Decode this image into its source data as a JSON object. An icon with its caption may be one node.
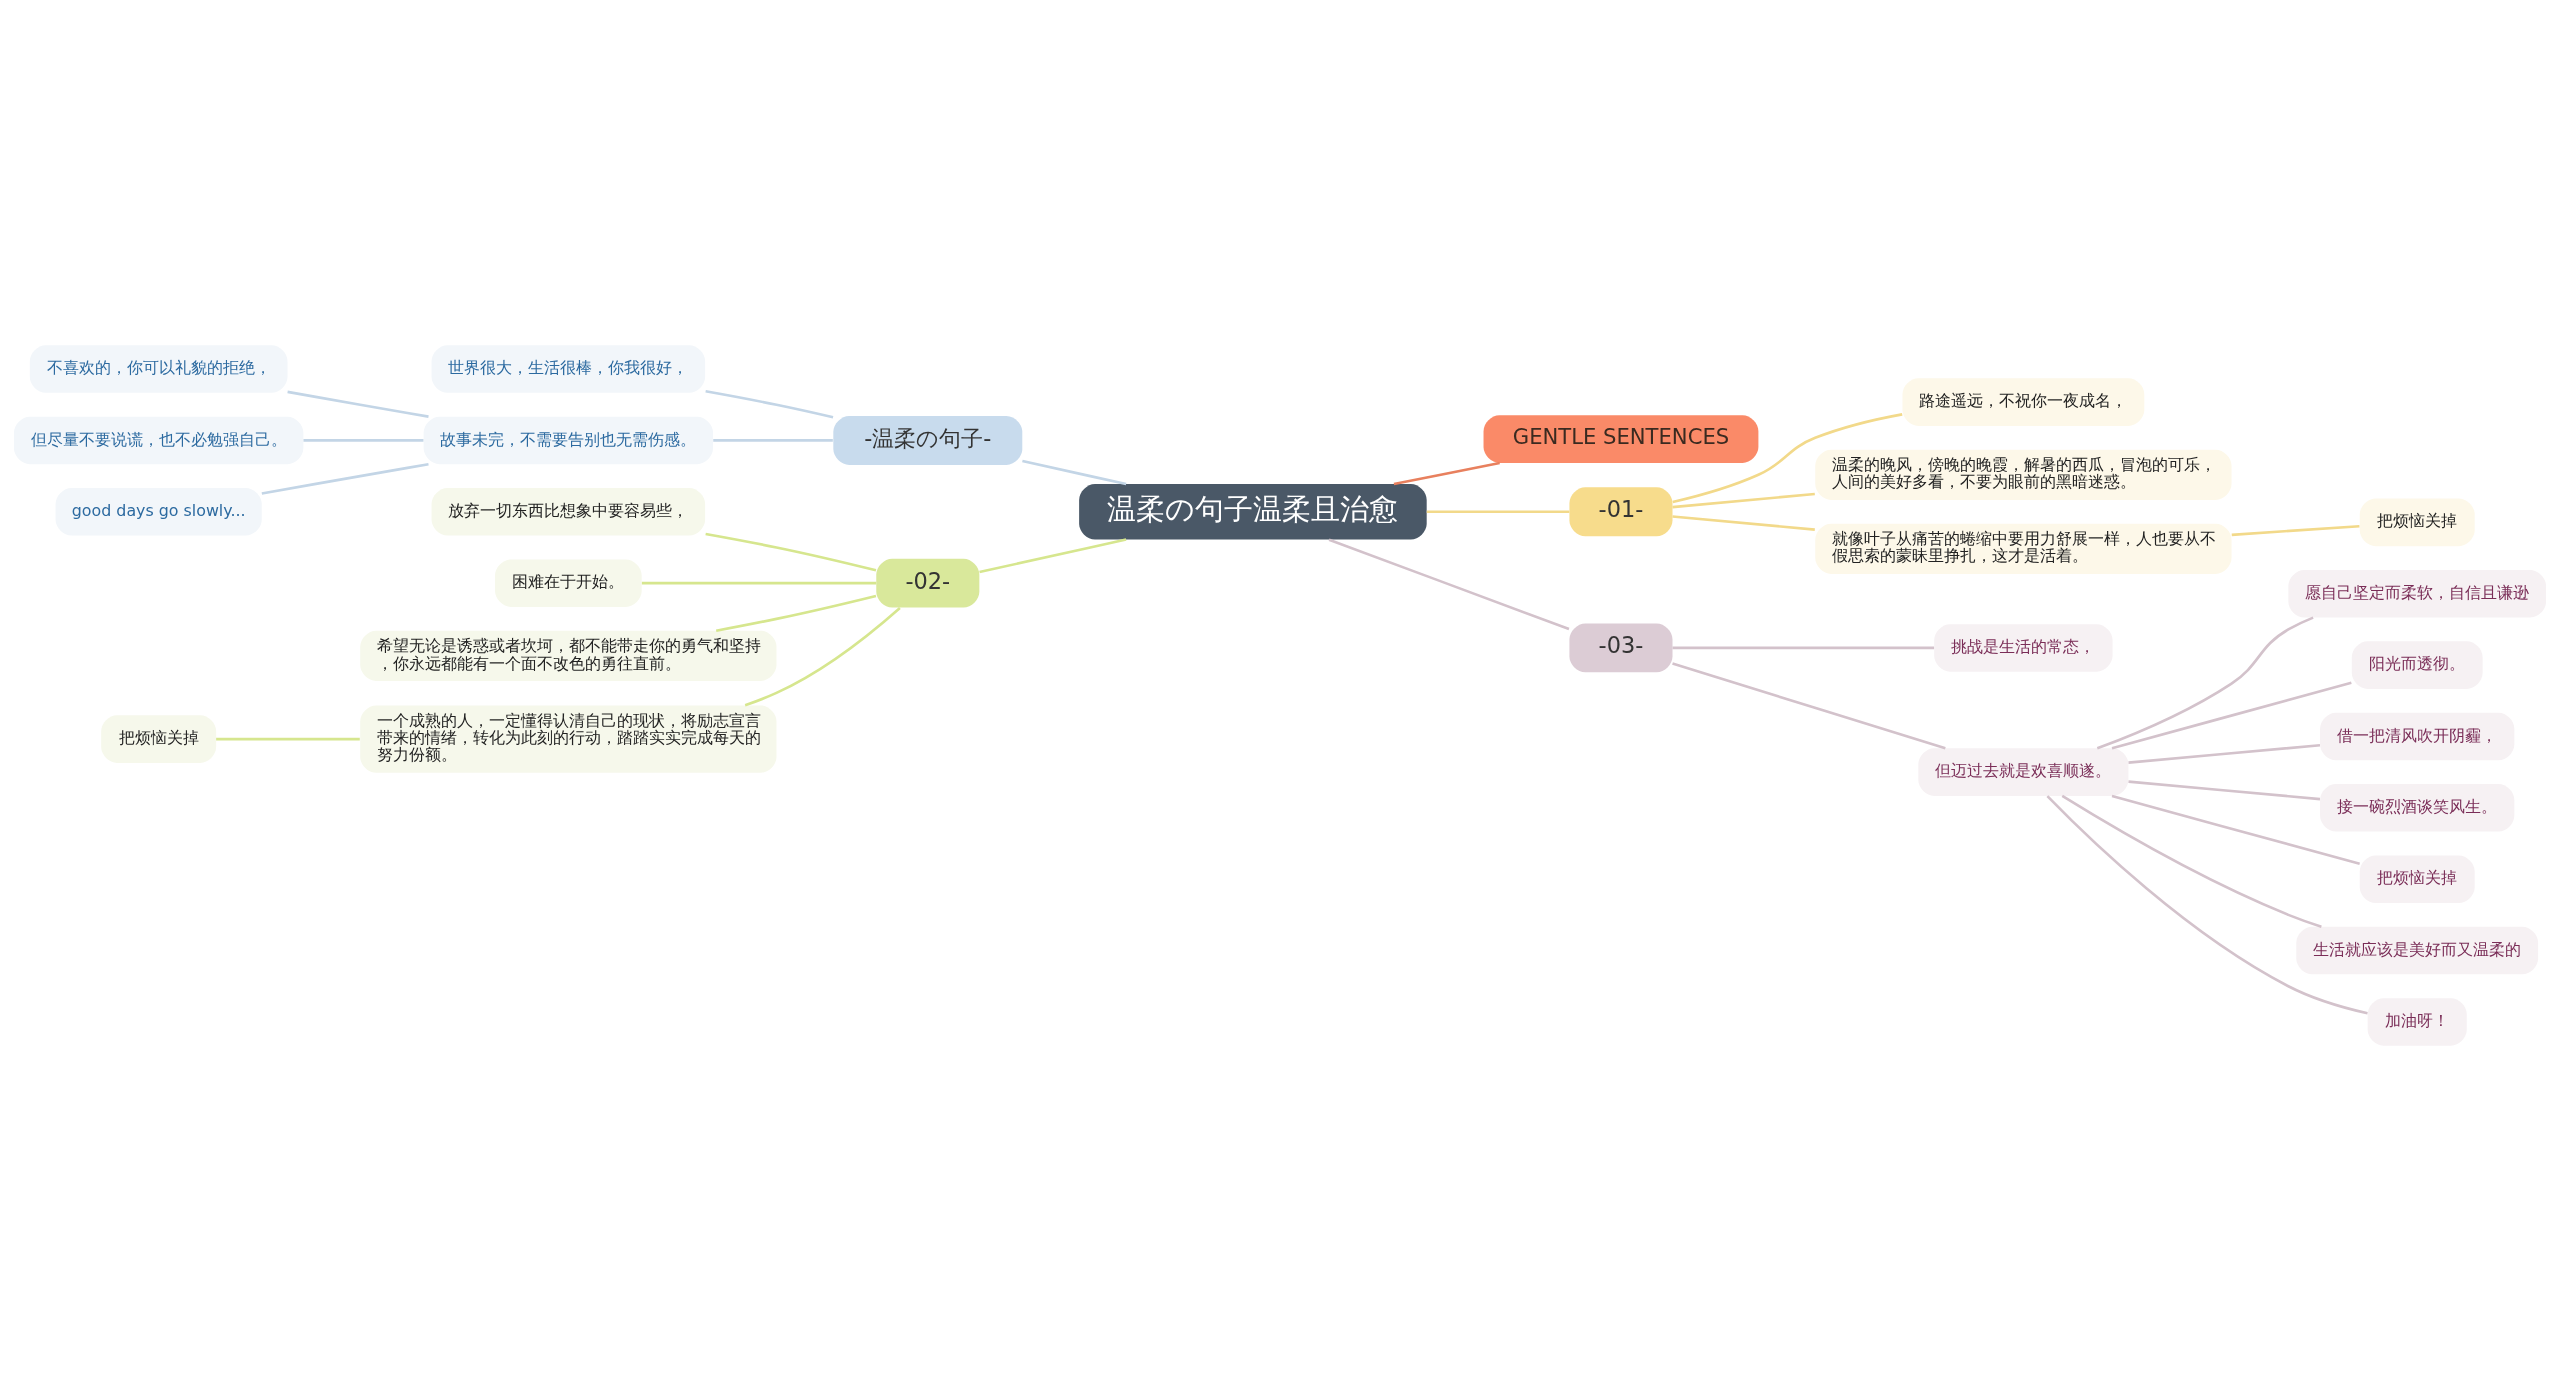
{
  "diagram": {
    "nodes": [
      {
        "text": [
          "温柔の句子温柔且治愈"
        ]
      },
      {
        "text": [
          "GENTLE SENTENCES"
        ]
      },
      {
        "text": [
          "-01-"
        ]
      },
      {
        "text": [
          "路途遥远，不祝你一夜成名，"
        ]
      },
      {
        "text": [
          "温柔的晚风，傍晚的晚霞，解暑的西瓜，冒泡的可乐，人间的美好多看，不要为眼前的黑暗迷惑。"
        ]
      },
      {
        "text": [
          "就像叶子从痛苦的蜷缩中要用力舒展一样，人也要从不假思索的蒙昧里挣扎，这才是活着。"
        ]
      },
      {
        "text": [
          "把烦恼关掉"
        ]
      },
      {
        "text": [
          "-温柔の句子-"
        ]
      },
      {
        "text": [
          "世界很大，生活很棒，你我很好，"
        ]
      },
      {
        "text": [
          "故事未完，不需要告别也无需伤感。"
        ]
      },
      {
        "text": [
          "不喜欢的，你可以礼貌的拒绝，"
        ]
      },
      {
        "text": [
          "但尽量不要说谎，也不必勉强自己。"
        ]
      },
      {
        "text": [
          "good days go slowly..."
        ]
      },
      {
        "text": [
          "-02-"
        ]
      },
      {
        "text": [
          "放弃一切东西比想象中要容易些，"
        ]
      },
      {
        "text": [
          "困难在于开始。"
        ]
      },
      {
        "text": [
          "希望无论是诱惑或者坎坷，都不能带走你的勇气和坚持，你永远都能有一个面不改色的勇往直前。"
        ]
      },
      {
        "text": [
          "一个成熟的人，一定懂得认清自己的现状，将励志宣言带来的情绪，转化为此刻的行动，踏踏实实完成每天的努力份额。"
        ]
      },
      {
        "text": [
          "把烦恼关掉"
        ]
      },
      {
        "text": [
          "-03-"
        ]
      },
      {
        "text": [
          "挑战是生活的常态，"
        ]
      },
      {
        "text": [
          "但迈过去就是欢喜顺遂。"
        ]
      },
      {
        "text": [
          "愿自己坚定而柔软，自信且谦逊"
        ]
      },
      {
        "text": [
          "阳光而透彻。"
        ]
      },
      {
        "text": [
          "借一把清风吹开阴霾，"
        ]
      },
      {
        "text": [
          "接一碗烈酒谈笑风生。"
        ]
      },
      {
        "text": [
          "把烦恼关掉"
        ]
      },
      {
        "text": [
          "生活就应该是美好而又温柔的"
        ]
      },
      {
        "text": [
          "加油呀！"
        ]
      }
    ],
    "edges": [
      {
        "from": 0,
        "to": 1,
        "arrow": "none",
        "color": "#e8805e"
      },
      {
        "from": 0,
        "to": 2,
        "arrow": "none",
        "color": "#f2d98a"
      },
      {
        "from": 2,
        "to": 3,
        "arrow": "none",
        "color": "#f2d98a"
      },
      {
        "from": 2,
        "to": 4,
        "arrow": "none",
        "color": "#f2d98a"
      },
      {
        "from": 2,
        "to": 5,
        "arrow": "none",
        "color": "#f2d98a"
      },
      {
        "from": 5,
        "to": 6,
        "arrow": "none",
        "color": "#f2d98a"
      },
      {
        "from": 0,
        "to": 7,
        "arrow": "none",
        "color": "#c3d5e6"
      },
      {
        "from": 7,
        "to": 8,
        "arrow": "none",
        "color": "#c3d5e6"
      },
      {
        "from": 7,
        "to": 9,
        "arrow": "none",
        "color": "#c3d5e6"
      },
      {
        "from": 9,
        "to": 10,
        "arrow": "none",
        "color": "#c3d5e6"
      },
      {
        "from": 9,
        "to": 11,
        "arrow": "none",
        "color": "#c3d5e6"
      },
      {
        "from": 9,
        "to": 12,
        "arrow": "none",
        "color": "#c3d5e6"
      },
      {
        "from": 0,
        "to": 13,
        "arrow": "none",
        "color": "#d6e68e"
      },
      {
        "from": 13,
        "to": 14,
        "arrow": "none",
        "color": "#d6e68e"
      },
      {
        "from": 13,
        "to": 15,
        "arrow": "none",
        "color": "#d6e68e"
      },
      {
        "from": 13,
        "to": 16,
        "arrow": "none",
        "color": "#d6e68e"
      },
      {
        "from": 13,
        "to": 17,
        "arrow": "none",
        "color": "#d6e68e"
      },
      {
        "from": 17,
        "to": 18,
        "arrow": "none",
        "color": "#d6e68e"
      },
      {
        "from": 0,
        "to": 19,
        "arrow": "none"
      },
      {
        "from": 19,
        "to": 20,
        "arrow": "none"
      },
      {
        "from": 19,
        "to": 21,
        "arrow": "none"
      },
      {
        "from": 21,
        "to": 22,
        "arrow": "none"
      },
      {
        "from": 21,
        "to": 23,
        "arrow": "none"
      },
      {
        "from": 21,
        "to": 24,
        "arrow": "none"
      },
      {
        "from": 21,
        "to": 25,
        "arrow": "none"
      },
      {
        "from": 21,
        "to": 26,
        "arrow": "none"
      },
      {
        "from": 21,
        "to": 27,
        "arrow": "none"
      },
      {
        "from": 21,
        "to": 28,
        "arrow": "none"
      }
    ]
  }
}
